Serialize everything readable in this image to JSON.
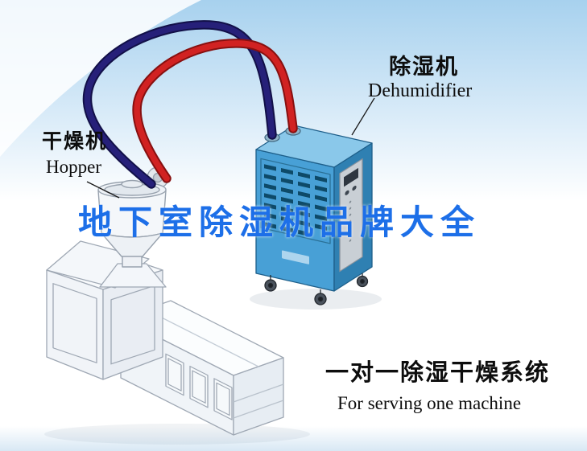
{
  "watermark": {
    "text": "地下室除湿机品牌大全",
    "color": "#1d6fe8"
  },
  "labels": {
    "dehumidifier": {
      "cn": "除湿机",
      "en": "Dehumidifier"
    },
    "hopper": {
      "cn": "干燥机",
      "en": "Hopper"
    }
  },
  "caption": {
    "cn": "一对一除湿干燥系统",
    "en": "For serving one machine"
  },
  "colors": {
    "sky": "#a7d1ee",
    "watermark_blue": "#1d6fe8",
    "pipe_red": "#d12222",
    "pipe_red_dark": "#871010",
    "pipe_navy": "#262079",
    "pipe_navy_dark": "#121048",
    "cabinet_front": "#48a0d6",
    "cabinet_side": "#2f80b2",
    "cabinet_top": "#8ac8ea",
    "louver_slot": "#0e4a68",
    "machine_line": "#9fa8b4"
  },
  "diagram": {
    "type": "equipment-illustration",
    "components": [
      "hopper-dryer",
      "dehumidifier",
      "extruder"
    ],
    "connections": [
      {
        "from": "dehumidifier",
        "to": "hopper-dryer",
        "pipe_color": "red"
      },
      {
        "from": "dehumidifier",
        "to": "hopper-dryer",
        "pipe_color": "dark-blue"
      }
    ]
  }
}
